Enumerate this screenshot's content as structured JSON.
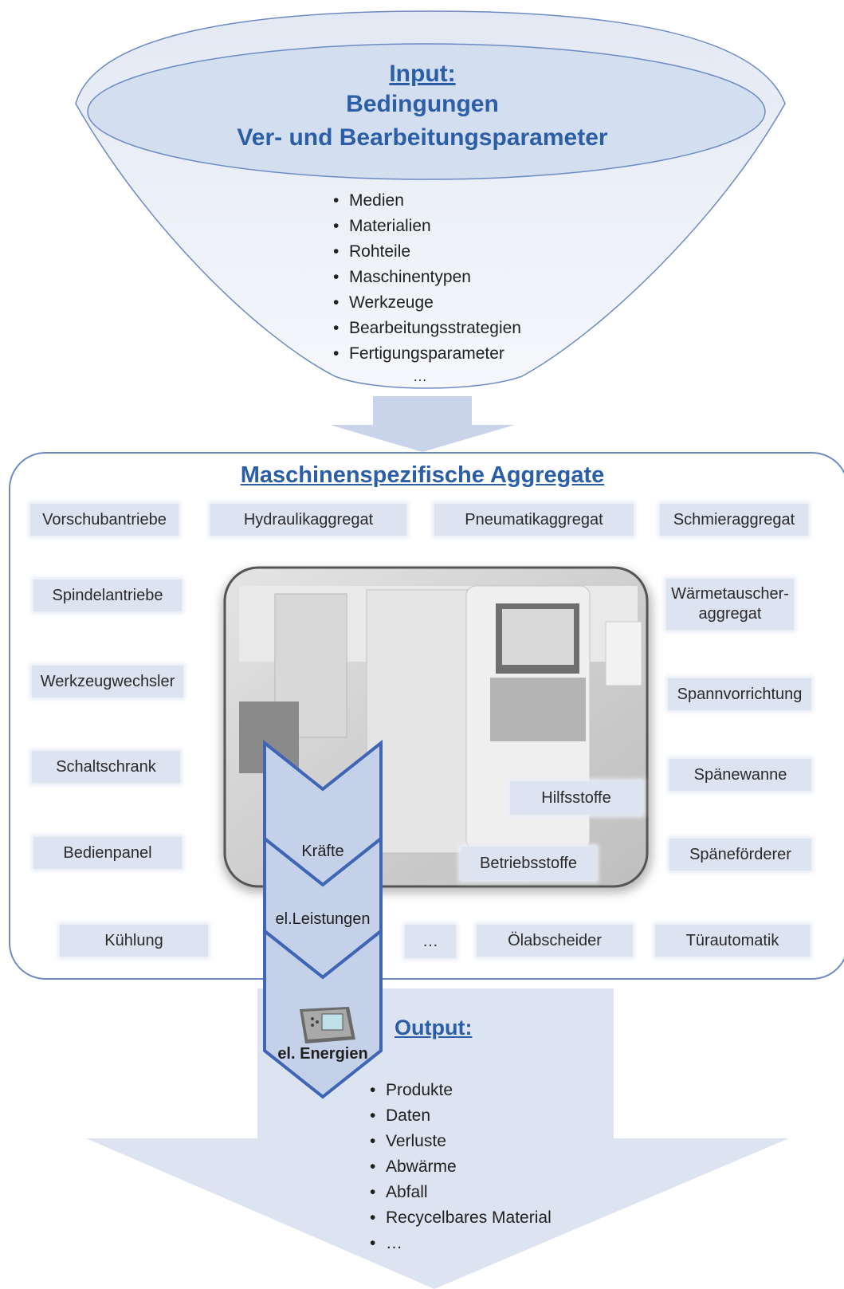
{
  "input": {
    "title": "Input:",
    "line1": "Bedingungen",
    "line2": "Ver- und Bearbeitungsparameter",
    "items": [
      "Medien",
      "Materialien",
      "Rohteile",
      "Maschinentypen",
      "Werkzeuge",
      "Bearbeitungsstrategien",
      "Fertigungsparameter"
    ],
    "ellipsis": "…"
  },
  "aggregates": {
    "title": "Maschinenspezifische Aggregate",
    "vorschubantriebe": "Vorschubantriebe",
    "hydraulikaggregat": "Hydraulikaggregat",
    "pneumatikaggregat": "Pneumatikaggregat",
    "schmieraggregat": "Schmieraggregat",
    "spindelantriebe": "Spindelantriebe",
    "waermetauscher": "Wärmetauscher-\naggregat",
    "werkzeugwechsler": "Werkzeugwechsler",
    "spannvorrichtung": "Spannvorrichtung",
    "schaltschrank": "Schaltschrank",
    "spaenewanne": "Spänewanne",
    "hilfsstoffe": "Hilfsstoffe",
    "bedienpanel": "Bedienpanel",
    "betriebsstoffe": "Betriebsstoffe",
    "spaenefoerderer": "Späneförderer",
    "kuehlung": "Kühlung",
    "ellipsis": "…",
    "oelabscheider": "Ölabscheider",
    "tuerautomatik": "Türautomatik"
  },
  "chevrons": {
    "kraefte": "Kräfte",
    "leistungen": "el.Leistungen",
    "energien": "el. Energien"
  },
  "output": {
    "title": "Output:",
    "items": [
      "Produkte",
      "Daten",
      "Verluste",
      "Abwärme",
      "Abfall",
      "Recycelbares Material",
      "…"
    ]
  },
  "colors": {
    "accent": "#2b5ea7",
    "fill": "#dde4f1",
    "stroke": "#3f66b5"
  }
}
